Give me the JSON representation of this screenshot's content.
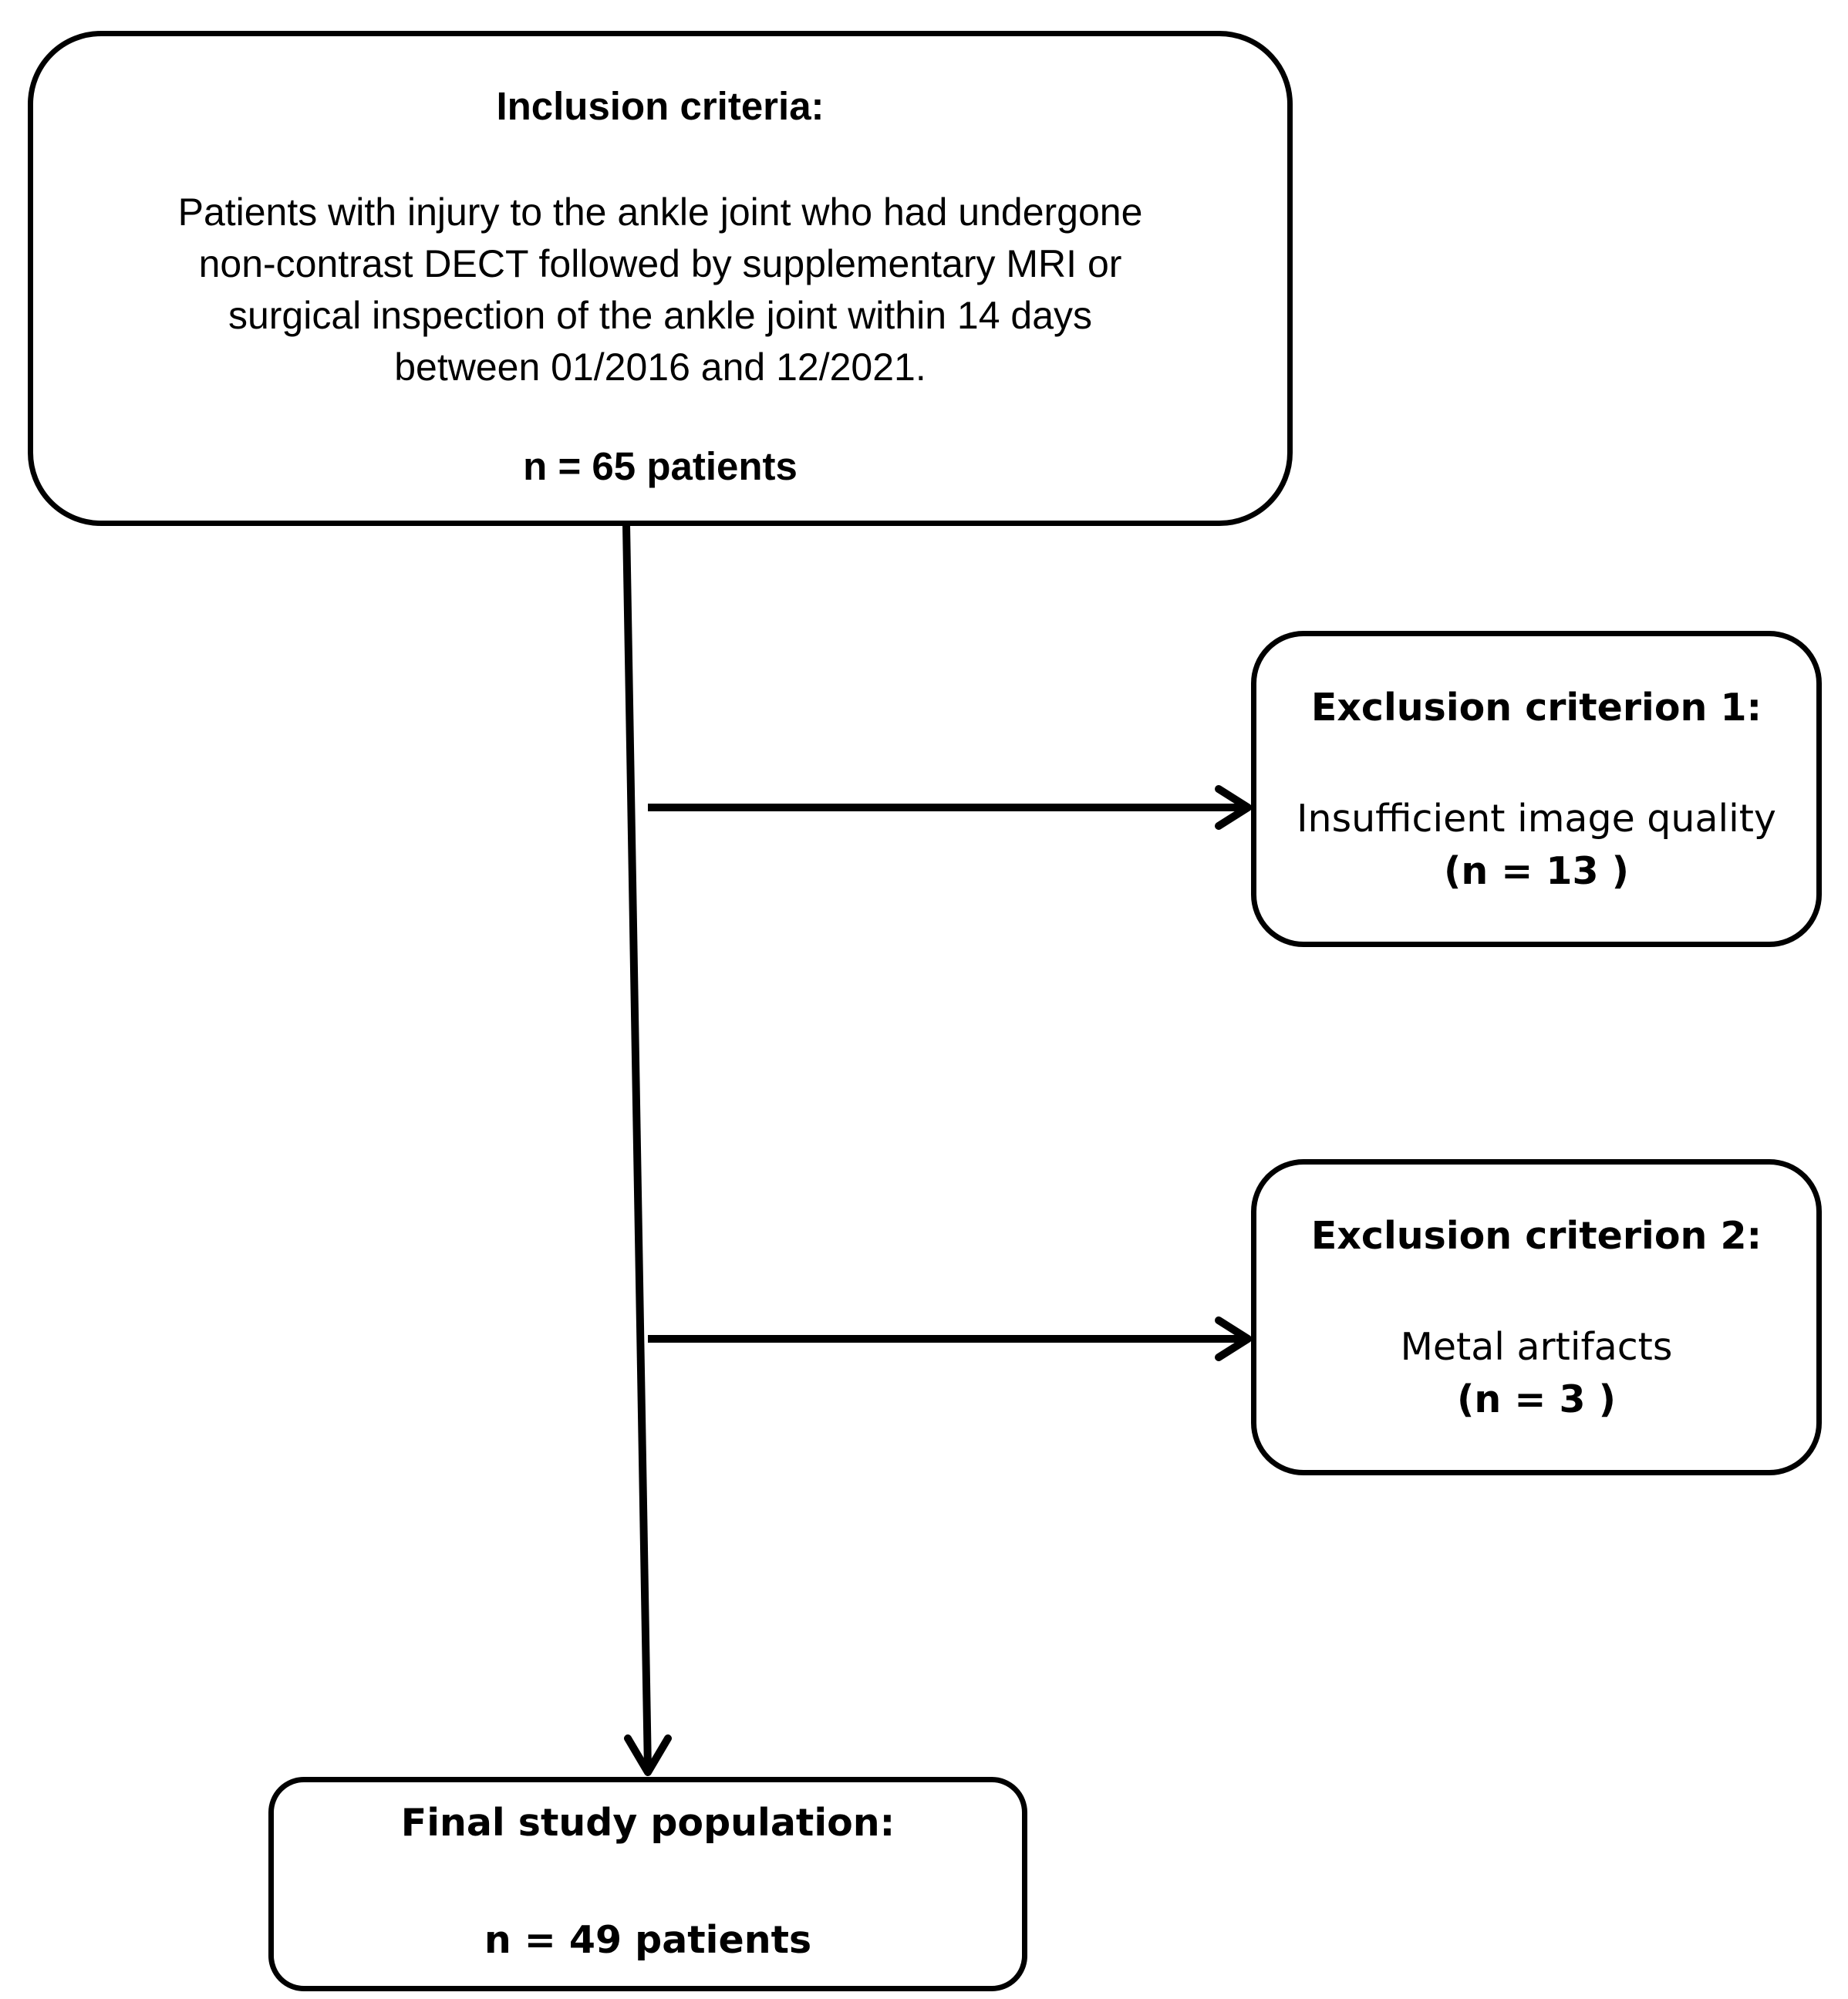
{
  "inclusion": {
    "title": "Inclusion criteria:",
    "description_lines": [
      "Patients with injury to the ankle joint who had undergone",
      "non-contrast DECT followed by supplementary MRI or",
      "surgical inspection of the ankle joint within 14 days",
      "between 01/2016 and 12/2021."
    ],
    "count": "n = 65 patients"
  },
  "exclusion_1": {
    "title": "Exclusion criterion 1:",
    "reason": "Insufficient image quality",
    "count": "(n = 13 )"
  },
  "exclusion_2": {
    "title": "Exclusion criterion 2:",
    "reason": "Metal artifacts",
    "count": "(n = 3 )"
  },
  "final": {
    "title": "Final study population:",
    "count": "n = 49 patients"
  }
}
